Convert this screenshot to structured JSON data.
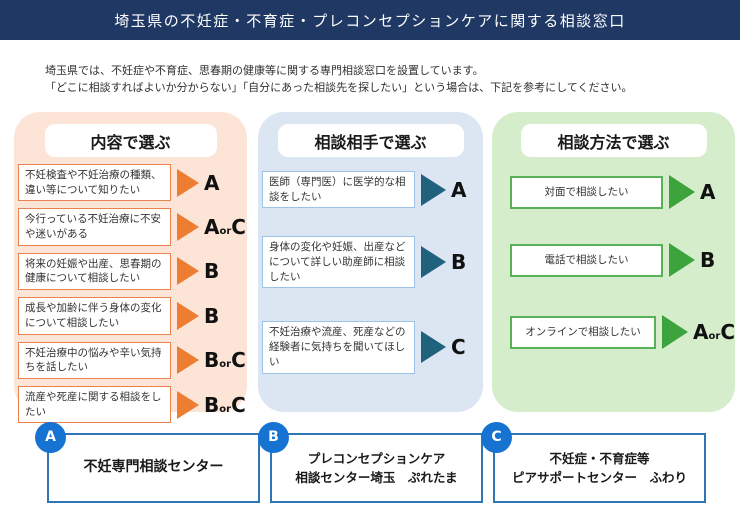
{
  "header": {
    "title": "埼玉県の不妊症・不育症・プレコンセプションケアに関する相談窓口",
    "bg_color": "#1F3864"
  },
  "intro": {
    "line1": "埼玉県では、不妊症や不育症、思春期の健康等に関する専門相談窓口を設置しています。",
    "line2": "「どこに相談すればよいか分からない」「自分にあった相談先を探したい」という場合は、下記を参考にしてください。"
  },
  "colors": {
    "orange_accent": "#ED7D31",
    "orange_panel_bg": "#FCE4D6",
    "blue_arrow": "#20617E",
    "blue_panel_bg": "#DCE6F2",
    "green_accent": "#3DA43D",
    "green_panel_bg": "#D6EDCB",
    "circle_blue": "#1673D2",
    "center_box_border": "#2E75B6"
  },
  "panels": [
    {
      "title": "内容で選ぶ",
      "items": [
        {
          "text": "不妊検査や不妊治療の種類、違い等について知りたい",
          "label": [
            "A"
          ]
        },
        {
          "text": "今行っている不妊治療に不安や迷いがある",
          "label": [
            "A",
            "or",
            "C"
          ]
        },
        {
          "text": "将来の妊娠や出産、思春期の健康について相談したい",
          "label": [
            "B"
          ]
        },
        {
          "text": "成長や加齢に伴う身体の変化について相談したい",
          "label": [
            "B"
          ]
        },
        {
          "text": "不妊治療中の悩みや辛い気持ちを話したい",
          "label": [
            "B",
            "or",
            "C"
          ]
        },
        {
          "text": "流産や死産に関する相談をしたい",
          "label": [
            "B",
            "or",
            "C"
          ]
        }
      ]
    },
    {
      "title": "相談相手で選ぶ",
      "items": [
        {
          "text": "医師（専門医）に医学的な相談をしたい",
          "label": [
            "A"
          ]
        },
        {
          "text": "身体の変化や妊娠、出産などについて詳しい助産師に相談したい",
          "label": [
            "B"
          ]
        },
        {
          "text": "不妊治療や流産、死産などの経験者に気持ちを聞いてほしい",
          "label": [
            "C"
          ]
        }
      ]
    },
    {
      "title": "相談方法で選ぶ",
      "items": [
        {
          "text": "対面で相談したい",
          "label": [
            "A"
          ]
        },
        {
          "text": "電話で相談したい",
          "label": [
            "B"
          ]
        },
        {
          "text": "オンラインで相談したい",
          "label": [
            "A",
            "or",
            "C"
          ]
        }
      ]
    }
  ],
  "centers": [
    {
      "letter": "A",
      "lines": [
        "不妊専門相談センター"
      ]
    },
    {
      "letter": "B",
      "lines": [
        "プレコンセプションケア",
        "相談センター埼玉　ぷれたま"
      ]
    },
    {
      "letter": "C",
      "lines": [
        "不妊症・不育症等",
        "ピアサポートセンター　ふわり"
      ]
    }
  ]
}
